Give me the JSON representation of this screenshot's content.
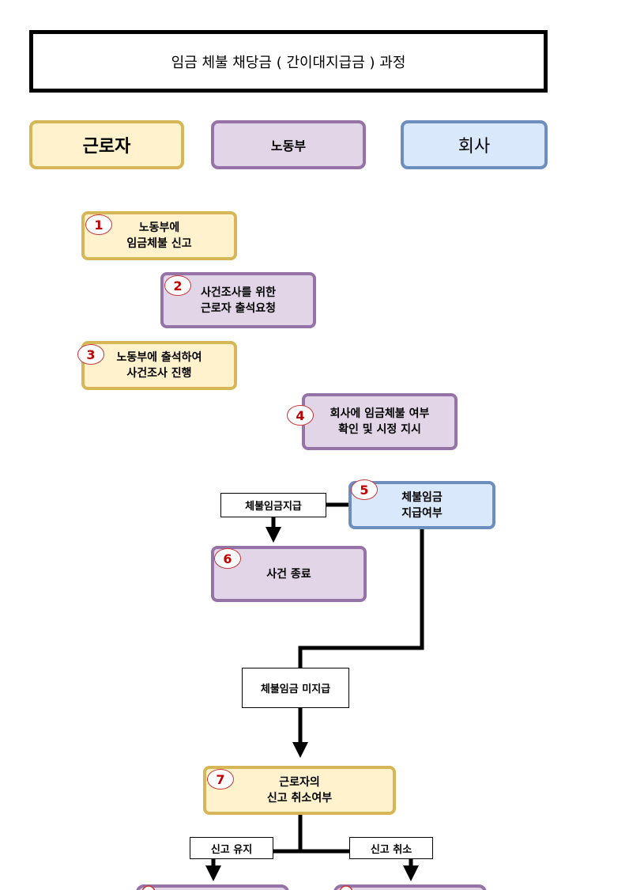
{
  "title": "임금 체불 채당금 ( 간이대지급금 ) 과정",
  "lanes": {
    "worker": "근로자",
    "labor": "노동부",
    "company": "회사"
  },
  "steps": [
    {
      "num": "1",
      "text": "노동부에\n임금체불 신고"
    },
    {
      "num": "2",
      "text": "사건조사를 위한\n근로자 출석요청"
    },
    {
      "num": "3",
      "text": "노동부에 출석하여\n사건조사 진행"
    },
    {
      "num": "4",
      "text": "회사에 임금체불 여부\n확인 및 시정 지시"
    },
    {
      "num": "5",
      "text": "체불임금\n지급여부"
    },
    {
      "num": "6",
      "text": "사건 종료"
    },
    {
      "num": "7",
      "text": "근로자의\n신고 취소여부"
    }
  ],
  "edge_labels": {
    "paid": "체불임금지급",
    "unpaid": "체불임금 미지급",
    "keep": "신고 유지",
    "cancel": "신고 취소"
  }
}
